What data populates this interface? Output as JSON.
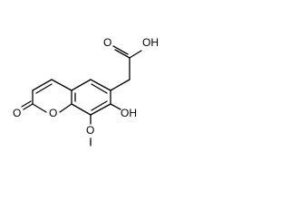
{
  "molecule": {
    "atom_labels": {
      "ring_oxygen": "O",
      "carbonyl_oxygen": "O",
      "acid_oxygen": "O",
      "acid_hydroxyl": "OH",
      "phenol_hydroxyl": "OH",
      "methoxy_oxygen": "O"
    }
  },
  "colors": {
    "bond": "#000000",
    "label": "#000000",
    "background": "#ffffff"
  }
}
